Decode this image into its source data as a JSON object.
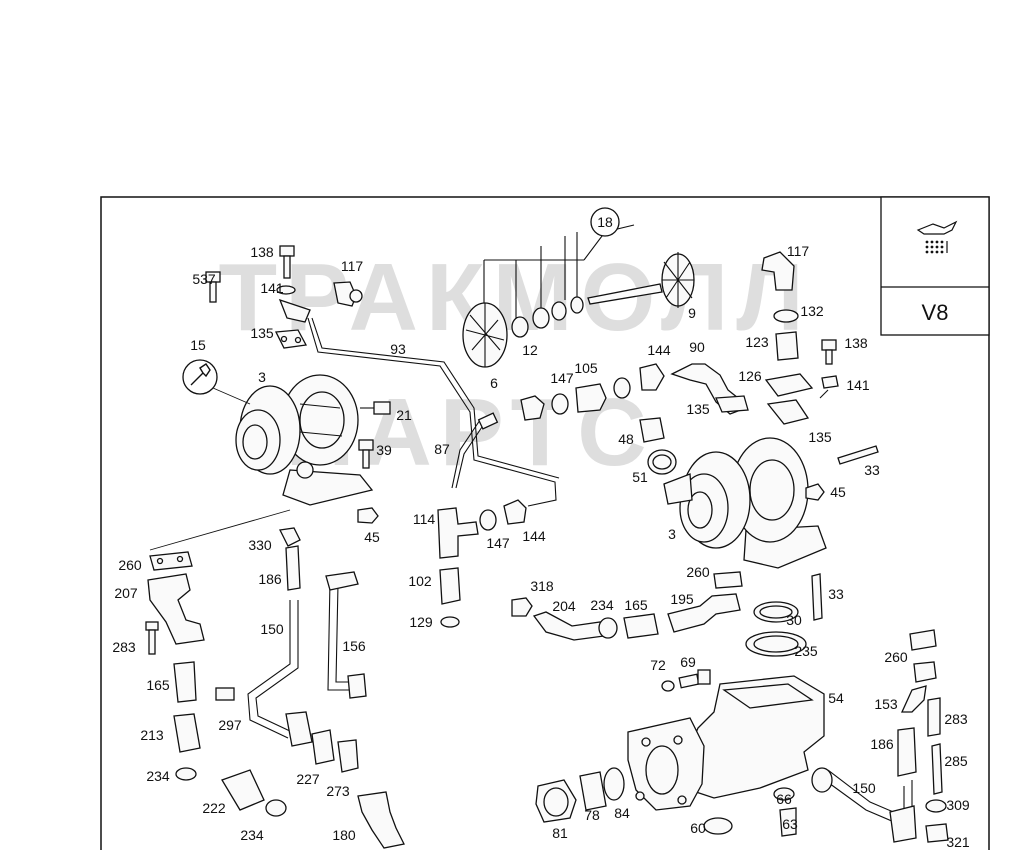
{
  "watermark": {
    "line1": "ТРАКМОЛЛ",
    "line2": "ПАРТС"
  },
  "engine_badge": "V8",
  "group_label": "18",
  "labels": [
    "138",
    "537",
    "141",
    "117",
    "135",
    "15",
    "3",
    "21",
    "39",
    "93",
    "87",
    "45",
    "12",
    "6",
    "9",
    "144",
    "147",
    "105",
    "90",
    "126",
    "135",
    "48",
    "51",
    "117",
    "132",
    "123",
    "138",
    "141",
    "135",
    "33",
    "45",
    "3",
    "114",
    "147",
    "144",
    "102",
    "129",
    "260",
    "330",
    "186",
    "207",
    "150",
    "156",
    "283",
    "165",
    "297",
    "213",
    "234",
    "222",
    "234",
    "227",
    "273",
    "180",
    "318",
    "204",
    "234",
    "165",
    "195",
    "260",
    "30",
    "33",
    "235",
    "72",
    "69",
    "54",
    "260",
    "153",
    "283",
    "186",
    "285",
    "150",
    "309",
    "321",
    "81",
    "78",
    "84",
    "60",
    "66",
    "63"
  ],
  "colors": {
    "ink": "#111111",
    "watermark": "#8a8a8a",
    "background": "#ffffff"
  },
  "icons": {
    "oil-icon": "oil-can"
  }
}
